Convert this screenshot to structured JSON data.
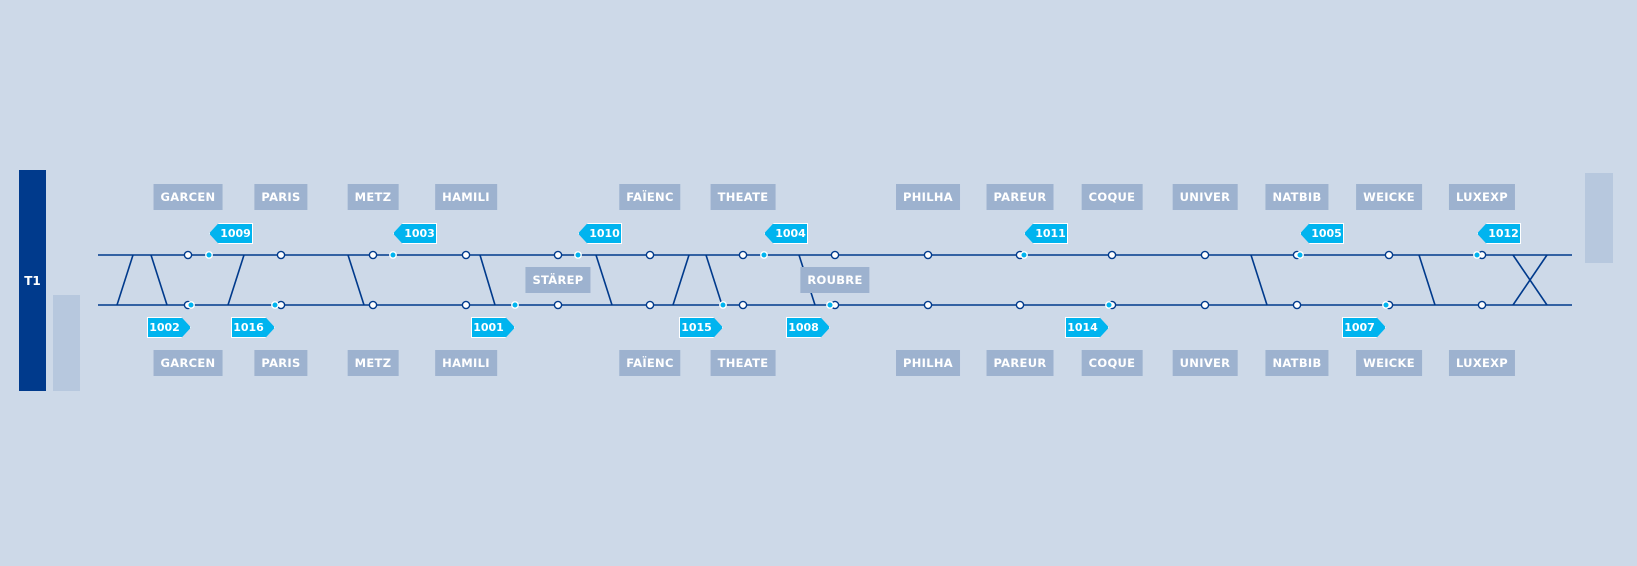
{
  "line": {
    "label": "T1"
  },
  "colors": {
    "background": "#cdd9e8",
    "track": "#003a8c",
    "stop_label_bg": "#9db2cf",
    "vehicle": "#00b4ef",
    "panel": "#b7c8de"
  },
  "stops_top": [
    "GARCEN",
    "PARIS",
    "METZ",
    "HAMILI",
    "FAÏENC",
    "THEATE",
    "PHILHA",
    "PAREUR",
    "COQUE",
    "UNIVER",
    "NATBIB",
    "WEICKE",
    "LUXEXP"
  ],
  "stops_mid": [
    "STÄREP",
    "ROUBRE"
  ],
  "stops_bottom": [
    "GARCEN",
    "PARIS",
    "METZ",
    "HAMILI",
    "FAÏENC",
    "THEATE",
    "PHILHA",
    "PAREUR",
    "COQUE",
    "UNIVER",
    "NATBIB",
    "WEICKE",
    "LUXEXP"
  ],
  "vehicles_top": [
    "1009",
    "1003",
    "1010",
    "1004",
    "1011",
    "1005",
    "1012"
  ],
  "vehicles_bottom": [
    "1002",
    "1016",
    "1001",
    "1015",
    "1008",
    "1014",
    "1007"
  ]
}
